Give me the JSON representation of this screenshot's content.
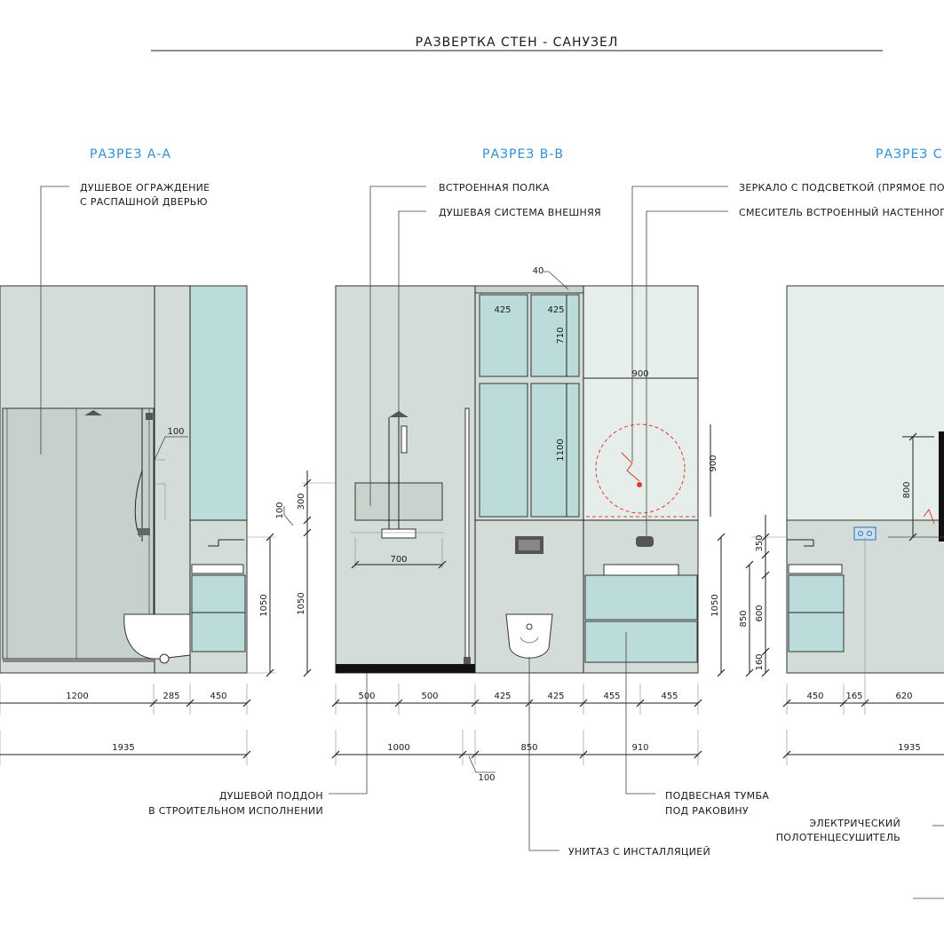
{
  "title": "РАЗВЕРТКА СТЕН - САНУЗЕЛ",
  "accent_color": "#2f8fd6",
  "sections": {
    "a": {
      "name": "РАЗРЕЗ А-А",
      "labels": {
        "enclosure_1": "ДУШЕВОЕ ОГРАЖДЕНИЕ",
        "enclosure_2": "С РАСПАШНОЙ ДВЕРЬЮ",
        "tray_1": "ДУШЕВОЙ ПОДДОН",
        "tray_2": "В СТРОИТЕЛЬНОМ ИСПОЛНЕНИИ"
      },
      "dims": {
        "d1200": "1200",
        "d285": "285",
        "d450": "450",
        "d1935": "1935",
        "d100": "100",
        "d1050": "1050"
      }
    },
    "b": {
      "name": "РАЗРЕЗ В-В",
      "labels": {
        "shelf": "ВСТРОЕННАЯ ПОЛКА",
        "shower": "ДУШЕВАЯ СИСТЕМА ВНЕШНЯЯ",
        "mirror": "ЗЕРКАЛО С ПОДСВЕТКОЙ (ПРЯМОЕ ПОДК",
        "mixer": "СМЕСИТЕЛЬ ВСТРОЕННЫЙ НАСТЕННОГО М",
        "cabinet_1": "ПОДВЕСНАЯ ТУМБА",
        "cabinet_2": "ПОД РАКОВИНУ",
        "toilet": "УНИТАЗ С ИНСТАЛЛЯЦИЕЙ"
      },
      "dims": {
        "d40": "40",
        "d425a": "425",
        "d425b": "425",
        "d710": "710",
        "d1100": "1100",
        "d900w": "900",
        "d900h": "900",
        "d300": "300",
        "d100": "100",
        "d700": "700",
        "d1050a": "1050",
        "d1050b": "1050",
        "d500a": "500",
        "d500b": "500",
        "d425c": "425",
        "d425d": "425",
        "d455a": "455",
        "d455b": "455",
        "d1000": "1000",
        "d850": "850",
        "d910": "910",
        "d100b": "100"
      }
    },
    "c": {
      "name": "РАЗРЕЗ С",
      "labels": {
        "towel_1": "ЭЛЕКТРИЧЕСКИЙ",
        "towel_2": "ПОЛОТЕНЦЕСУШИТЕЛЬ"
      },
      "dims": {
        "d350": "350",
        "d850": "850",
        "d600": "600",
        "d160": "160",
        "d800": "800",
        "d450": "450",
        "d165": "165",
        "d620": "620",
        "d1935": "1935"
      }
    }
  }
}
